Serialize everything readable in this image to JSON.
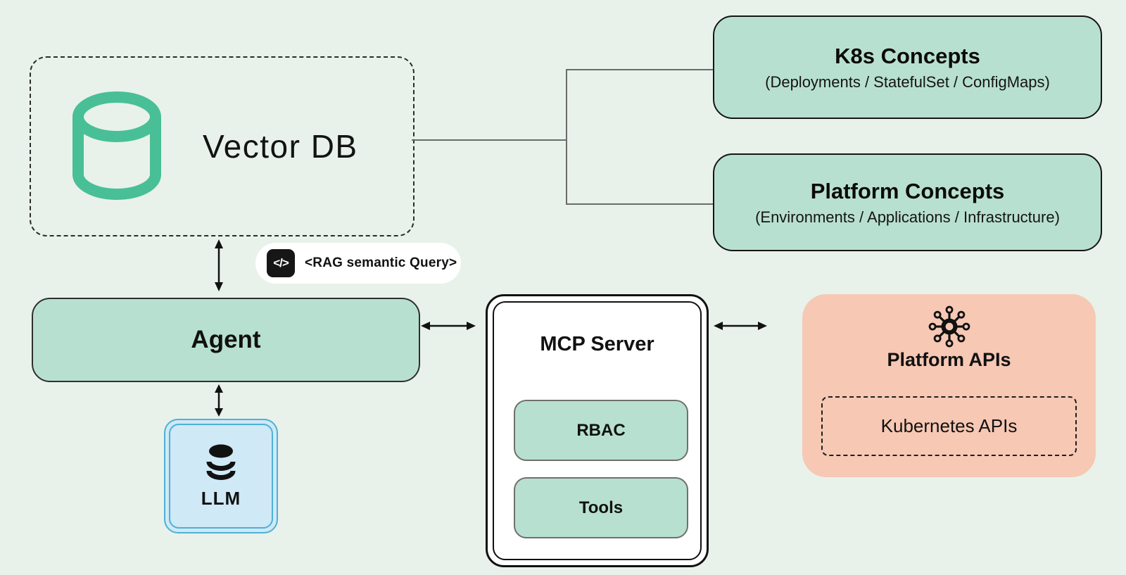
{
  "diagram": {
    "vector_db": {
      "label": "Vector DB",
      "icon": "database-cylinder-icon"
    },
    "k8s_concepts": {
      "title": "K8s Concepts",
      "subtitle": "(Deployments / StatefulSet / ConfigMaps)"
    },
    "platform_concepts": {
      "title": "Platform Concepts",
      "subtitle": "(Environments / Applications / Infrastructure)"
    },
    "rag_query": {
      "icon_glyph": "</>",
      "label": "<RAG semantic Query>"
    },
    "agent": {
      "label": "Agent"
    },
    "llm": {
      "label": "LLM",
      "icon": "database-stack-icon"
    },
    "mcp_server": {
      "title": "MCP Server",
      "rbac_label": "RBAC",
      "tools_label": "Tools"
    },
    "platform_apis": {
      "title": "Platform APIs",
      "kubernetes_label": "Kubernetes APIs",
      "icon": "hub-spoke-icon"
    }
  },
  "colors": {
    "background": "#e8f2ea",
    "node_green": "#b8e0d1",
    "accent_teal": "#49bf97",
    "salmon": "#f7c8b4",
    "llm_fill": "#cfe9f6",
    "llm_border": "#4fb0d6",
    "connector_gray": "#6b6b6b",
    "ink": "#111111",
    "pill_white": "#ffffff"
  }
}
